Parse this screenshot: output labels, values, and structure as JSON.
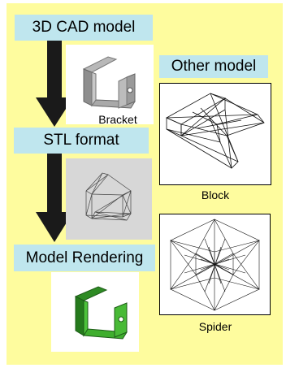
{
  "steps": {
    "cad": "3D CAD model",
    "stl": "STL format",
    "render": "Model Rendering"
  },
  "other_model": "Other model",
  "captions": {
    "bracket": "Bracket",
    "block": "Block",
    "spider": "Spider"
  },
  "colors": {
    "background": "#fefc9e",
    "label_fill": "#bfe6ee",
    "arrow": "#1a1a1a",
    "render_green": "#3fae2e"
  }
}
